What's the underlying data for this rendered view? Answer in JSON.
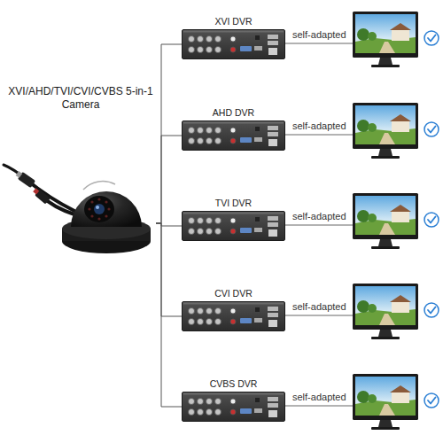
{
  "diagram": {
    "nodes": [
      {
        "text": [
          "XVI/AHD/TVI/CVI/CVBS 5-in-1 Camera"
        ]
      },
      {
        "text": [
          "XVI DVR"
        ]
      },
      {
        "text": [
          "AHD DVR"
        ]
      },
      {
        "text": [
          "TVI DVR"
        ]
      },
      {
        "text": [
          "CVI DVR"
        ]
      },
      {
        "text": [
          "CVBS DVR"
        ]
      }
    ],
    "edges": [
      {
        "from": 0,
        "to": 1,
        "arrow": "none"
      },
      {
        "from": 0,
        "to": 2,
        "arrow": "none"
      },
      {
        "from": 0,
        "to": 3,
        "arrow": "none"
      },
      {
        "from": 0,
        "to": 4,
        "arrow": "none"
      },
      {
        "from": 0,
        "to": 5,
        "arrow": "none"
      }
    ],
    "labels": [
      "self-adapted",
      "self-adapted",
      "self-adapted",
      "self-adapted",
      "self-adapted"
    ]
  }
}
